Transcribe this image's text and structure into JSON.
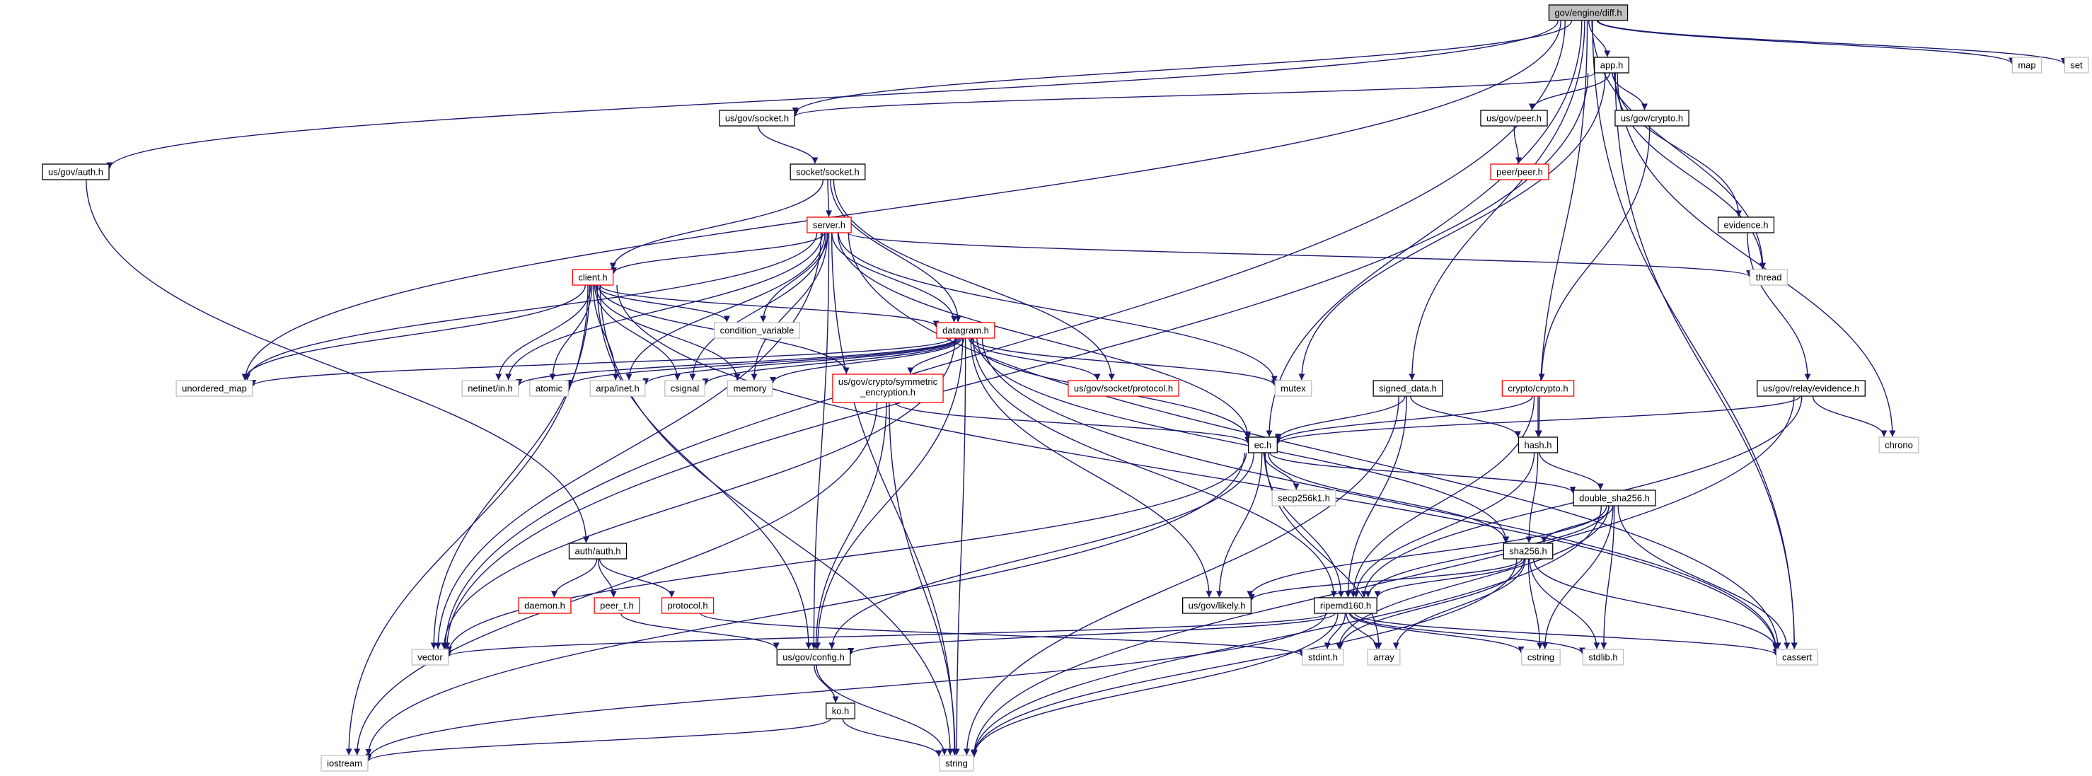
{
  "diagram": {
    "title": "gov/engine/diff.h",
    "colors": {
      "root_fill": "#bfbfbf",
      "edge": "#191970",
      "node_fill": "#ffffff",
      "border_documented": "#000000",
      "border_incomplete": "#ff0000",
      "border_external": "#bfbfbf"
    },
    "nodes": [
      {
        "id": "diff",
        "label": "gov/engine/diff.h",
        "style": "root"
      },
      {
        "id": "app",
        "label": "app.h",
        "style": "documented"
      },
      {
        "id": "map",
        "label": "map",
        "style": "external"
      },
      {
        "id": "set",
        "label": "set",
        "style": "external"
      },
      {
        "id": "gov_socket",
        "label": "us/gov/socket.h",
        "style": "documented"
      },
      {
        "id": "gov_auth",
        "label": "us/gov/auth.h",
        "style": "documented"
      },
      {
        "id": "gov_peer",
        "label": "us/gov/peer.h",
        "style": "documented"
      },
      {
        "id": "gov_crypto",
        "label": "us/gov/crypto.h",
        "style": "documented"
      },
      {
        "id": "peer_peer",
        "label": "peer/peer.h",
        "style": "incomplete"
      },
      {
        "id": "socket_socket",
        "label": "socket/socket.h",
        "style": "documented"
      },
      {
        "id": "server",
        "label": "server.h",
        "style": "incomplete"
      },
      {
        "id": "evidence",
        "label": "evidence.h",
        "style": "documented"
      },
      {
        "id": "thread",
        "label": "thread",
        "style": "external"
      },
      {
        "id": "client",
        "label": "client.h",
        "style": "incomplete"
      },
      {
        "id": "condvar",
        "label": "condition_variable",
        "style": "external"
      },
      {
        "id": "datagram",
        "label": "datagram.h",
        "style": "incomplete"
      },
      {
        "id": "unordered_map",
        "label": "unordered_map",
        "style": "external"
      },
      {
        "id": "netinet",
        "label": "netinet/in.h",
        "style": "external"
      },
      {
        "id": "atomic",
        "label": "atomic",
        "style": "external"
      },
      {
        "id": "arpa",
        "label": "arpa/inet.h",
        "style": "external"
      },
      {
        "id": "csignal",
        "label": "csignal",
        "style": "external"
      },
      {
        "id": "memory",
        "label": "memory",
        "style": "external"
      },
      {
        "id": "symenc",
        "label": "us/gov/crypto/symmetric\n_encryption.h",
        "style": "incomplete"
      },
      {
        "id": "protocol_sock",
        "label": "us/gov/socket/protocol.h",
        "style": "incomplete"
      },
      {
        "id": "mutex",
        "label": "mutex",
        "style": "external"
      },
      {
        "id": "signed_data",
        "label": "signed_data.h",
        "style": "documented"
      },
      {
        "id": "crypto_crypto",
        "label": "crypto/crypto.h",
        "style": "incomplete"
      },
      {
        "id": "relay_evidence",
        "label": "us/gov/relay/evidence.h",
        "style": "documented"
      },
      {
        "id": "chrono",
        "label": "chrono",
        "style": "external"
      },
      {
        "id": "ec",
        "label": "ec.h",
        "style": "documented"
      },
      {
        "id": "hash",
        "label": "hash.h",
        "style": "documented"
      },
      {
        "id": "secp",
        "label": "secp256k1.h",
        "style": "external"
      },
      {
        "id": "dsha",
        "label": "double_sha256.h",
        "style": "documented"
      },
      {
        "id": "auth_auth",
        "label": "auth/auth.h",
        "style": "documented"
      },
      {
        "id": "sha256",
        "label": "sha256.h",
        "style": "documented"
      },
      {
        "id": "daemon",
        "label": "daemon.h",
        "style": "incomplete"
      },
      {
        "id": "peer_t",
        "label": "peer_t.h",
        "style": "incomplete"
      },
      {
        "id": "protocol",
        "label": "protocol.h",
        "style": "incomplete"
      },
      {
        "id": "likely",
        "label": "us/gov/likely.h",
        "style": "documented"
      },
      {
        "id": "ripemd",
        "label": "ripemd160.h",
        "style": "documented"
      },
      {
        "id": "vector",
        "label": "vector",
        "style": "external"
      },
      {
        "id": "config",
        "label": "us/gov/config.h",
        "style": "documented"
      },
      {
        "id": "stdint",
        "label": "stdint.h",
        "style": "external"
      },
      {
        "id": "array",
        "label": "array",
        "style": "external"
      },
      {
        "id": "cstring",
        "label": "cstring",
        "style": "external"
      },
      {
        "id": "stdlib",
        "label": "stdlib.h",
        "style": "external"
      },
      {
        "id": "cassert",
        "label": "cassert",
        "style": "external"
      },
      {
        "id": "ko",
        "label": "ko.h",
        "style": "documented"
      },
      {
        "id": "iostream",
        "label": "iostream",
        "style": "external"
      },
      {
        "id": "string",
        "label": "string",
        "style": "external"
      }
    ],
    "edges": [
      [
        "diff",
        "app"
      ],
      [
        "diff",
        "map"
      ],
      [
        "diff",
        "set"
      ],
      [
        "diff",
        "gov_socket"
      ],
      [
        "diff",
        "gov_auth"
      ],
      [
        "diff",
        "unordered_map"
      ],
      [
        "diff",
        "vector"
      ],
      [
        "diff",
        "thread"
      ],
      [
        "diff",
        "signed_data"
      ],
      [
        "diff",
        "ec"
      ],
      [
        "diff",
        "hash"
      ],
      [
        "diff",
        "cassert"
      ],
      [
        "app",
        "gov_socket"
      ],
      [
        "app",
        "gov_peer"
      ],
      [
        "app",
        "gov_crypto"
      ],
      [
        "app",
        "evidence"
      ],
      [
        "app",
        "thread"
      ],
      [
        "app",
        "mutex"
      ],
      [
        "app",
        "chrono"
      ],
      [
        "app",
        "vector"
      ],
      [
        "app",
        "cassert"
      ],
      [
        "gov_socket",
        "socket_socket"
      ],
      [
        "gov_peer",
        "peer_peer"
      ],
      [
        "gov_crypto",
        "crypto_crypto"
      ],
      [
        "gov_auth",
        "auth_auth"
      ],
      [
        "evidence",
        "relay_evidence"
      ],
      [
        "socket_socket",
        "server"
      ],
      [
        "socket_socket",
        "client"
      ],
      [
        "socket_socket",
        "datagram"
      ],
      [
        "socket_socket",
        "protocol_sock"
      ],
      [
        "server",
        "client"
      ],
      [
        "server",
        "datagram"
      ],
      [
        "server",
        "thread"
      ],
      [
        "server",
        "condvar"
      ],
      [
        "server",
        "mutex"
      ],
      [
        "server",
        "unordered_map"
      ],
      [
        "server",
        "netinet"
      ],
      [
        "server",
        "arpa"
      ],
      [
        "server",
        "csignal"
      ],
      [
        "server",
        "memory"
      ],
      [
        "server",
        "vector"
      ],
      [
        "server",
        "string"
      ],
      [
        "server",
        "config"
      ],
      [
        "server",
        "ec"
      ],
      [
        "server",
        "cassert"
      ],
      [
        "client",
        "datagram"
      ],
      [
        "client",
        "condvar"
      ],
      [
        "client",
        "unordered_map"
      ],
      [
        "client",
        "netinet"
      ],
      [
        "client",
        "atomic"
      ],
      [
        "client",
        "arpa"
      ],
      [
        "client",
        "csignal"
      ],
      [
        "client",
        "memory"
      ],
      [
        "client",
        "symenc"
      ],
      [
        "client",
        "vector"
      ],
      [
        "client",
        "string"
      ],
      [
        "client",
        "iostream"
      ],
      [
        "client",
        "config"
      ],
      [
        "client",
        "cassert"
      ],
      [
        "datagram",
        "unordered_map"
      ],
      [
        "datagram",
        "netinet"
      ],
      [
        "datagram",
        "atomic"
      ],
      [
        "datagram",
        "arpa"
      ],
      [
        "datagram",
        "csignal"
      ],
      [
        "datagram",
        "memory"
      ],
      [
        "datagram",
        "symenc"
      ],
      [
        "datagram",
        "protocol_sock"
      ],
      [
        "datagram",
        "mutex"
      ],
      [
        "datagram",
        "vector"
      ],
      [
        "datagram",
        "string"
      ],
      [
        "datagram",
        "config"
      ],
      [
        "datagram",
        "ec"
      ],
      [
        "datagram",
        "likely"
      ],
      [
        "datagram",
        "ripemd"
      ],
      [
        "datagram",
        "sha256"
      ],
      [
        "datagram",
        "cassert"
      ],
      [
        "symenc",
        "ec"
      ],
      [
        "symenc",
        "config"
      ],
      [
        "symenc",
        "string"
      ],
      [
        "symenc",
        "iostream"
      ],
      [
        "signed_data",
        "ec"
      ],
      [
        "signed_data",
        "hash"
      ],
      [
        "signed_data",
        "ripemd"
      ],
      [
        "signed_data",
        "string"
      ],
      [
        "crypto_crypto",
        "ec"
      ],
      [
        "crypto_crypto",
        "hash"
      ],
      [
        "crypto_crypto",
        "ripemd"
      ],
      [
        "relay_evidence",
        "ec"
      ],
      [
        "relay_evidence",
        "chrono"
      ],
      [
        "relay_evidence",
        "ripemd"
      ],
      [
        "relay_evidence",
        "string"
      ],
      [
        "ec",
        "secp"
      ],
      [
        "ec",
        "dsha"
      ],
      [
        "ec",
        "sha256"
      ],
      [
        "ec",
        "ripemd"
      ],
      [
        "ec",
        "likely"
      ],
      [
        "ec",
        "config"
      ],
      [
        "ec",
        "vector"
      ],
      [
        "ec",
        "iostream"
      ],
      [
        "ec",
        "array"
      ],
      [
        "hash",
        "dsha"
      ],
      [
        "hash",
        "sha256"
      ],
      [
        "hash",
        "ripemd"
      ],
      [
        "dsha",
        "sha256"
      ],
      [
        "dsha",
        "ripemd"
      ],
      [
        "dsha",
        "likely"
      ],
      [
        "dsha",
        "stdint"
      ],
      [
        "dsha",
        "cstring"
      ],
      [
        "dsha",
        "stdlib"
      ],
      [
        "dsha",
        "cassert"
      ],
      [
        "dsha",
        "string"
      ],
      [
        "sha256",
        "ripemd"
      ],
      [
        "sha256",
        "likely"
      ],
      [
        "sha256",
        "stdint"
      ],
      [
        "sha256",
        "array"
      ],
      [
        "sha256",
        "cstring"
      ],
      [
        "sha256",
        "stdlib"
      ],
      [
        "sha256",
        "cassert"
      ],
      [
        "sha256",
        "string"
      ],
      [
        "auth_auth",
        "daemon"
      ],
      [
        "auth_auth",
        "peer_t"
      ],
      [
        "auth_auth",
        "protocol"
      ],
      [
        "peer_t",
        "config"
      ],
      [
        "protocol",
        "stdint"
      ],
      [
        "ripemd",
        "vector"
      ],
      [
        "ripemd",
        "config"
      ],
      [
        "ripemd",
        "stdint"
      ],
      [
        "ripemd",
        "array"
      ],
      [
        "ripemd",
        "cstring"
      ],
      [
        "ripemd",
        "stdlib"
      ],
      [
        "ripemd",
        "cassert"
      ],
      [
        "ripemd",
        "iostream"
      ],
      [
        "ripemd",
        "string"
      ],
      [
        "config",
        "ko"
      ],
      [
        "config",
        "string"
      ],
      [
        "ko",
        "iostream"
      ],
      [
        "ko",
        "string"
      ]
    ]
  }
}
